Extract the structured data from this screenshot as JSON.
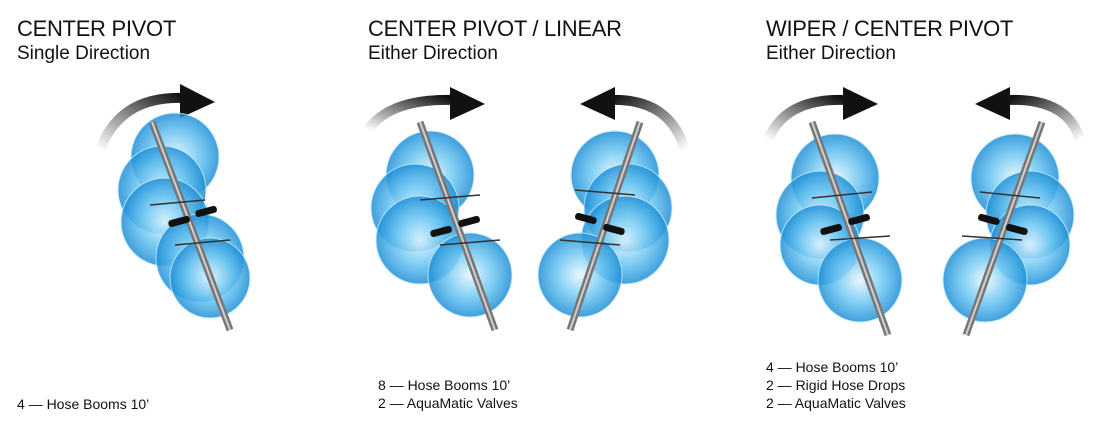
{
  "panels": [
    {
      "title": "CENTER PIVOT",
      "subtitle": "Single Direction",
      "specs": [
        "4 — Hose Booms 10’"
      ]
    },
    {
      "title": "CENTER PIVOT / LINEAR",
      "subtitle": "Either Direction",
      "specs": [
        "8 — Hose Booms 10’",
        "2 — AquaMatic Valves"
      ]
    },
    {
      "title": "WIPER / CENTER PIVOT",
      "subtitle": "Either Direction",
      "specs": [
        "4 — Hose Booms 10’",
        "2 — Rigid Hose Drops",
        "2 — AquaMatic Valves"
      ]
    }
  ],
  "colors": {
    "spray_light": "#bfe8fb",
    "spray_mid": "#3fb0ea",
    "spray_dark": "#0a6fc2",
    "pipe": "#8c8c8c",
    "arrow": "#111111"
  },
  "icons": [
    "rotation-arrow-icon",
    "spray-pattern-icon",
    "pivot-pipe-icon"
  ]
}
